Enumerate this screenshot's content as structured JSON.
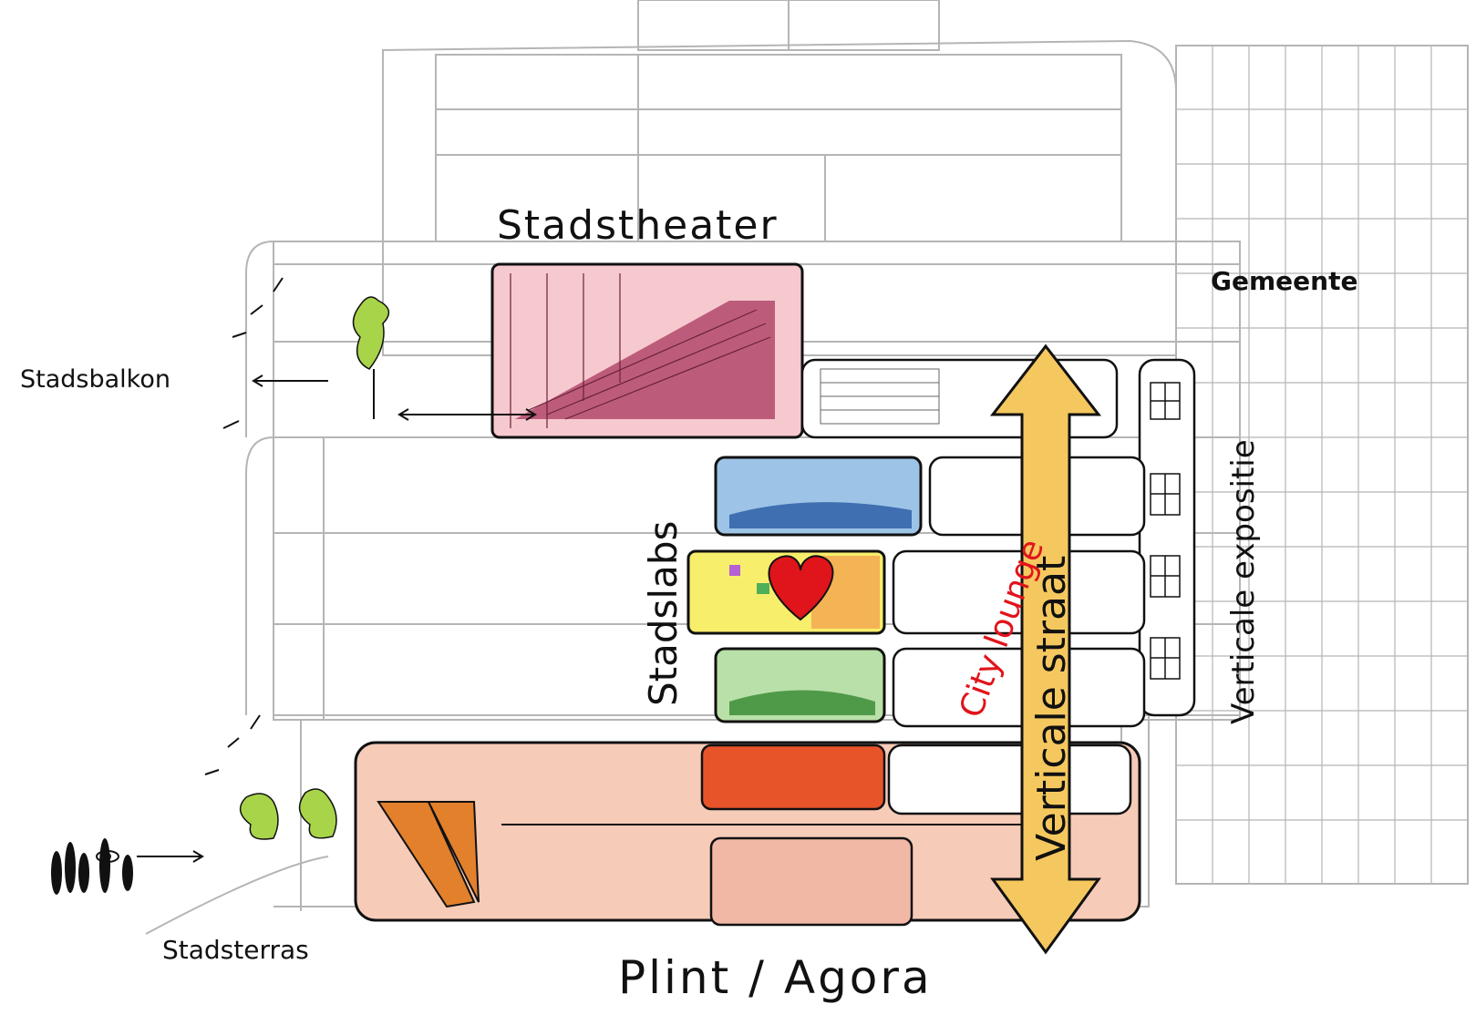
{
  "labels": {
    "stadstheater": "Stadstheater",
    "gemeente": "Gemeente",
    "stadsbalkon": "Stadsbalkon",
    "stadslabs": "Stadslabs",
    "city_lounge": "City lounge",
    "verticale_straat": "Verticale straat",
    "verticale_expositie": "Verticale expositie",
    "stadsterras": "Stadsterras",
    "plint_agora": "Plint / Agora"
  },
  "colors": {
    "outline": "#b5b5b5",
    "ink": "#111111",
    "theater_fill": "#f6c9cf",
    "theater_seats": "#b3496b",
    "lab_blue": "#9dc3e6",
    "lab_yellow": "#f7ee6b",
    "lab_green": "#b9e0a8",
    "plint_fill": "#f6cbb8",
    "cafe_red": "#e8542a",
    "stair_orange": "#e2802c",
    "arrow_fill": "#f5c85f",
    "city_lounge_red": "#e0141b",
    "heart": "#e0141b",
    "tree_green": "#a8d44a"
  },
  "icons": [
    "eye-icon",
    "heart-icon",
    "tree-icon",
    "person-icon",
    "bookshelf-icon"
  ]
}
